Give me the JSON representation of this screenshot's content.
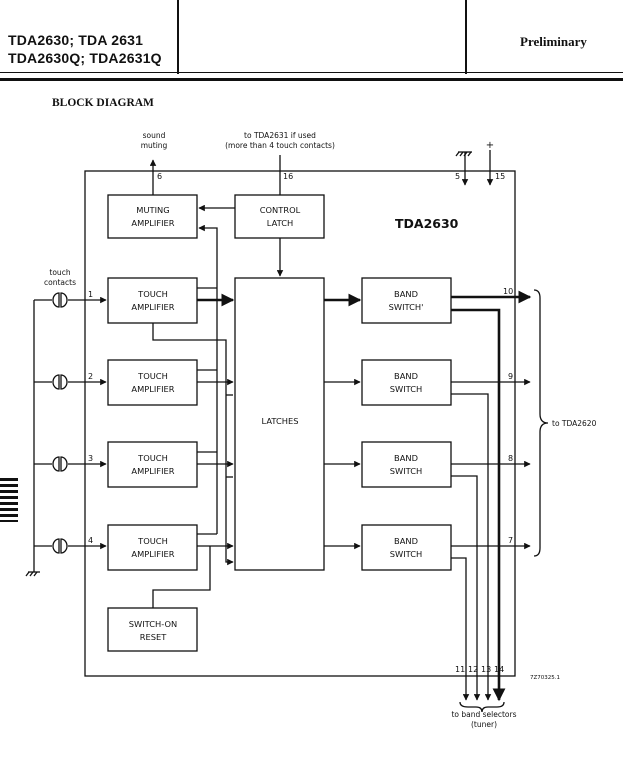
{
  "header": {
    "title_line1": "TDA2630; TDA 2631",
    "title_line2": "TDA2630Q; TDA2631Q",
    "status": "Preliminary"
  },
  "section_title": "BLOCK DIAGRAM",
  "diagram": {
    "chip_label": "TDA2630",
    "top_labels": {
      "sound_muting_1": "sound",
      "sound_muting_2": "muting",
      "tda2631_1": "to TDA2631 if used",
      "tda2631_2": "(more than 4 touch contacts)",
      "plus": "+"
    },
    "left_labels": {
      "touch_1": "touch",
      "touch_2": "contacts"
    },
    "right_label": "to TDA2620",
    "bottom_labels": {
      "band_selectors": "to band selectors",
      "tuner": "(tuner)"
    },
    "figure_code": "7Z70325.1",
    "blocks": {
      "muting_1": "MUTING",
      "muting_2": "AMPLIFIER",
      "control_1": "CONTROL",
      "control_2": "LATCH",
      "touch_1": "TOUCH",
      "touch_2": "AMPLIFIER",
      "latches": "LATCHES",
      "band_1": "BAND",
      "band_2": "SWITCH",
      "band_first_2": "SWITCH'",
      "switchon_1": "SWITCH-ON",
      "switchon_2": "RESET"
    },
    "pins": {
      "p1": "1",
      "p2": "2",
      "p3": "3",
      "p4": "4",
      "p5": "5",
      "p6": "6",
      "p7": "7",
      "p8": "8",
      "p9": "9",
      "p10": "10",
      "p11": "11",
      "p12": "12",
      "p13": "13",
      "p14": "14",
      "p15": "15",
      "p16": "16"
    }
  }
}
